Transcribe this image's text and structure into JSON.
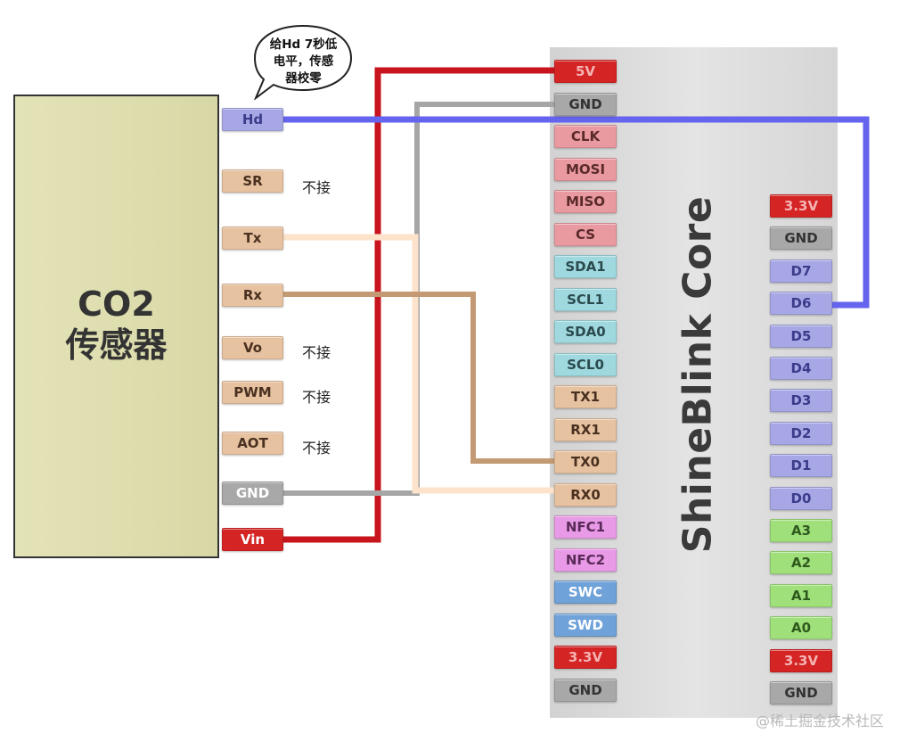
{
  "sensor": {
    "title_line1": "CO2",
    "title_line2": "传感器"
  },
  "board": {
    "title": "ShineBlink Core"
  },
  "bubble": {
    "text_line1": "给Hd 7秒低",
    "text_line2": "电平，传感",
    "text_line3": "器校零"
  },
  "not_connected_label": "不接",
  "sensor_pins": [
    {
      "label": "Hd",
      "color": "#a7a7e6",
      "text_color": "#3b3b8a"
    },
    {
      "label": "SR",
      "color": "#e6c2a0",
      "text_color": "#4a3020"
    },
    {
      "label": "Tx",
      "color": "#e6c2a0",
      "text_color": "#4a3020"
    },
    {
      "label": "Rx",
      "color": "#e6c2a0",
      "text_color": "#4a3020"
    },
    {
      "label": "Vo",
      "color": "#e6c2a0",
      "text_color": "#4a3020"
    },
    {
      "label": "PWM",
      "color": "#e6c2a0",
      "text_color": "#4a3020"
    },
    {
      "label": "AOT",
      "color": "#e6c2a0",
      "text_color": "#4a3020"
    },
    {
      "label": "GND",
      "color": "#a8a8a8",
      "text_color": "#ffffff"
    },
    {
      "label": "Vin",
      "color": "#d42424",
      "text_color": "#ffffff"
    }
  ],
  "board_left_pins": [
    {
      "label": "5V",
      "color": "#d42424",
      "text_color": "#f5b3b3"
    },
    {
      "label": "GND",
      "color": "#a8a8a8",
      "text_color": "#333333"
    },
    {
      "label": "CLK",
      "color": "#e99aa0",
      "text_color": "#5a2a2a"
    },
    {
      "label": "MOSI",
      "color": "#e99aa0",
      "text_color": "#5a2a2a"
    },
    {
      "label": "MISO",
      "color": "#e99aa0",
      "text_color": "#5a2a2a"
    },
    {
      "label": "CS",
      "color": "#e99aa0",
      "text_color": "#5a2a2a"
    },
    {
      "label": "SDA1",
      "color": "#9fd9df",
      "text_color": "#2a4a4e"
    },
    {
      "label": "SCL1",
      "color": "#9fd9df",
      "text_color": "#2a4a4e"
    },
    {
      "label": "SDA0",
      "color": "#9fd9df",
      "text_color": "#2a4a4e"
    },
    {
      "label": "SCL0",
      "color": "#9fd9df",
      "text_color": "#2a4a4e"
    },
    {
      "label": "TX1",
      "color": "#e6c2a0",
      "text_color": "#4a3020"
    },
    {
      "label": "RX1",
      "color": "#e6c2a0",
      "text_color": "#4a3020"
    },
    {
      "label": "TX0",
      "color": "#e6c2a0",
      "text_color": "#4a3020"
    },
    {
      "label": "RX0",
      "color": "#e6c2a0",
      "text_color": "#4a3020"
    },
    {
      "label": "NFC1",
      "color": "#e99ae6",
      "text_color": "#5a2a58"
    },
    {
      "label": "NFC2",
      "color": "#e99ae6",
      "text_color": "#5a2a58"
    },
    {
      "label": "SWC",
      "color": "#6fa2d9",
      "text_color": "#ffffff"
    },
    {
      "label": "SWD",
      "color": "#6fa2d9",
      "text_color": "#ffffff"
    },
    {
      "label": "3.3V",
      "color": "#d42424",
      "text_color": "#f5b3b3"
    },
    {
      "label": "GND",
      "color": "#a8a8a8",
      "text_color": "#333333"
    }
  ],
  "board_right_pins": [
    {
      "label": "3.3V",
      "color": "#d42424",
      "text_color": "#f5b3b3"
    },
    {
      "label": "GND",
      "color": "#a8a8a8",
      "text_color": "#333333"
    },
    {
      "label": "D7",
      "color": "#a7a7e6",
      "text_color": "#3b3b8a"
    },
    {
      "label": "D6",
      "color": "#a7a7e6",
      "text_color": "#3b3b8a"
    },
    {
      "label": "D5",
      "color": "#a7a7e6",
      "text_color": "#3b3b8a"
    },
    {
      "label": "D4",
      "color": "#a7a7e6",
      "text_color": "#3b3b8a"
    },
    {
      "label": "D3",
      "color": "#a7a7e6",
      "text_color": "#3b3b8a"
    },
    {
      "label": "D2",
      "color": "#a7a7e6",
      "text_color": "#3b3b8a"
    },
    {
      "label": "D1",
      "color": "#a7a7e6",
      "text_color": "#3b3b8a"
    },
    {
      "label": "D0",
      "color": "#a7a7e6",
      "text_color": "#3b3b8a"
    },
    {
      "label": "A3",
      "color": "#9fe07a",
      "text_color": "#2f5a1e"
    },
    {
      "label": "A2",
      "color": "#9fe07a",
      "text_color": "#2f5a1e"
    },
    {
      "label": "A1",
      "color": "#9fe07a",
      "text_color": "#2f5a1e"
    },
    {
      "label": "A0",
      "color": "#9fe07a",
      "text_color": "#2f5a1e"
    },
    {
      "label": "3.3V",
      "color": "#d42424",
      "text_color": "#f5b3b3"
    },
    {
      "label": "GND",
      "color": "#a8a8a8",
      "text_color": "#333333"
    }
  ],
  "wire_colors": {
    "power": "#c8141c",
    "ground": "#a6a6a6",
    "hd": "#6464ee",
    "tx": "#fde3cb",
    "rx": "#c49a74"
  },
  "watermark": "@稀土掘金技术社区"
}
